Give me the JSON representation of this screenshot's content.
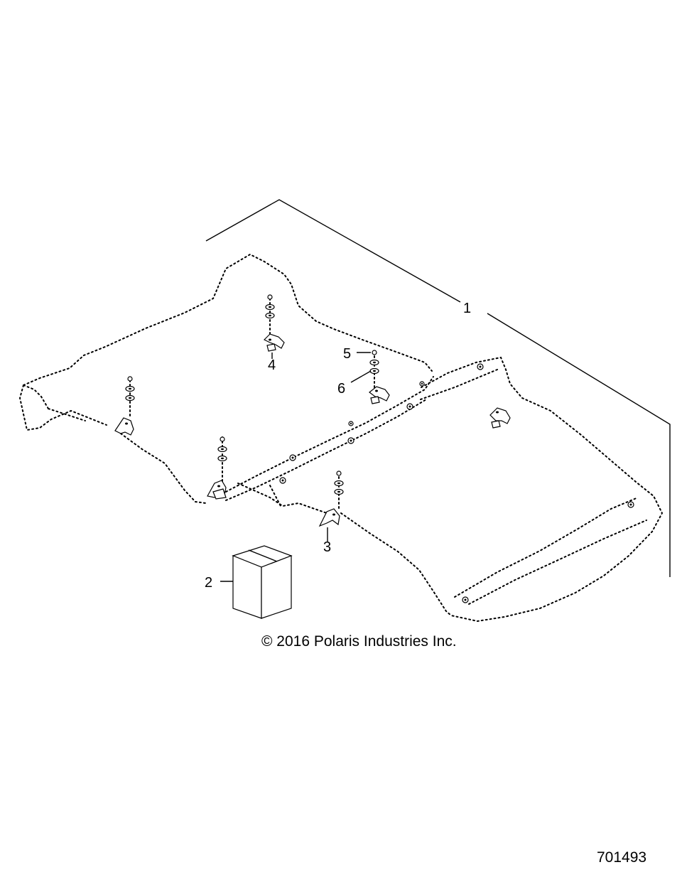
{
  "callouts": {
    "c1": "1",
    "c2": "2",
    "c3": "3",
    "c4": "4",
    "c5": "5",
    "c6": "6"
  },
  "copyright": "© 2016 Polaris Industries Inc.",
  "diagram_number": "701493"
}
